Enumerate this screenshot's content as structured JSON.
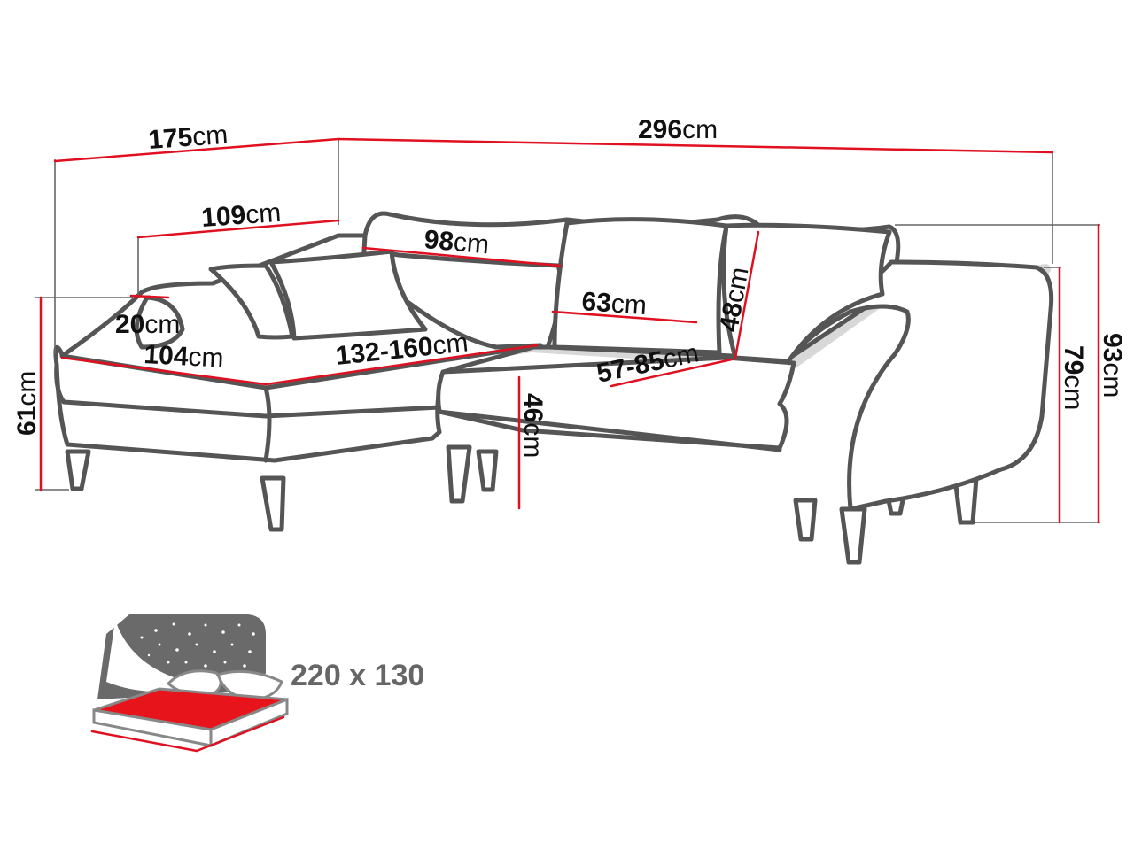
{
  "dimensions": {
    "total_width": {
      "value": "296",
      "unit": "cm"
    },
    "chaise_depth": {
      "value": "175",
      "unit": "cm"
    },
    "chaise_inner_depth": {
      "value": "109",
      "unit": "cm"
    },
    "back_cushion_width": {
      "value": "98",
      "unit": "cm"
    },
    "seat_width": {
      "value": "63",
      "unit": "cm"
    },
    "backrest_height": {
      "value": "48",
      "unit": "cm"
    },
    "arm_width": {
      "value": "20",
      "unit": "cm"
    },
    "chaise_width": {
      "value": "104",
      "unit": "cm"
    },
    "seat_depth_chaise": {
      "value": "132-160",
      "unit": "cm"
    },
    "seat_depth_main": {
      "value": "57-85",
      "unit": "cm"
    },
    "seat_height": {
      "value": "46",
      "unit": "cm"
    },
    "chaise_height": {
      "value": "61",
      "unit": "cm"
    },
    "arm_height": {
      "value": "79",
      "unit": "cm"
    },
    "total_height": {
      "value": "93",
      "unit": "cm"
    }
  },
  "sleeping_area": {
    "label": "220 x 130"
  },
  "colors": {
    "dimension_line": "#e01020",
    "outline": "#555555",
    "mattress": "#e8141c",
    "night_sky": "#6a6a6a"
  }
}
